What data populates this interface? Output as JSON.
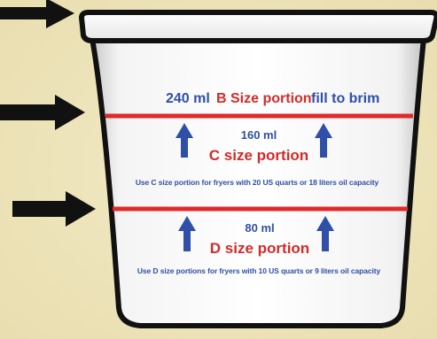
{
  "cup": {
    "top_line": {
      "volume": "240 ml",
      "size": "B Size portion",
      "instruction": "fill to brim"
    },
    "c_section": {
      "volume": "160 ml",
      "size": "C size portion",
      "note": "Use C size portion for fryers with 20 US quarts or 18 liters oil capacity"
    },
    "d_section": {
      "volume": "80 ml",
      "size": "D size portion",
      "note": "Use D size portions for fryers with 10 US quarts or 9 liters oil capacity"
    }
  },
  "arrows": [
    {
      "name": "rim-pointer-arrow"
    },
    {
      "name": "b-line-pointer-arrow"
    },
    {
      "name": "c-line-pointer-arrow"
    }
  ],
  "colors": {
    "background": "#efe6bf",
    "cup_body": "#ffffff",
    "outline": "#111111",
    "fill_line_red": "#e02a2a",
    "text_blue": "#2f4fa8",
    "text_red": "#d42a2a",
    "pointer_black": "#111111"
  }
}
